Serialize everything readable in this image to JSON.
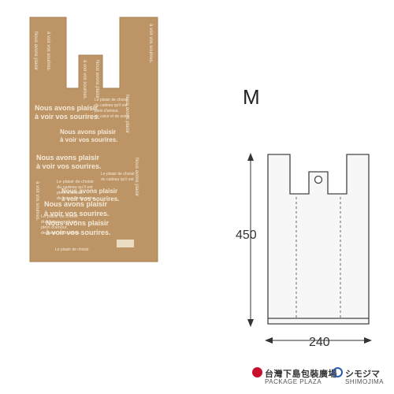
{
  "product_image": {
    "bag_color": "#bd9465",
    "print_color": "#f3ead9",
    "print_lines": [
      "Nous avons plaisir",
      "à voir vos sourires.",
      "Le plaisir de choisir",
      "du cadeau qu'il est",
      "plein d'amour,",
      "de cœur et de soins."
    ]
  },
  "size": {
    "label": "M"
  },
  "dimensions": {
    "height": "450",
    "width": "240"
  },
  "brand": {
    "name_jp": "台灣下島包裝廣場",
    "name_en": "PACKAGE PLAZA",
    "company_jp": "シモジマ",
    "company_en": "SHIMOJIMA"
  }
}
